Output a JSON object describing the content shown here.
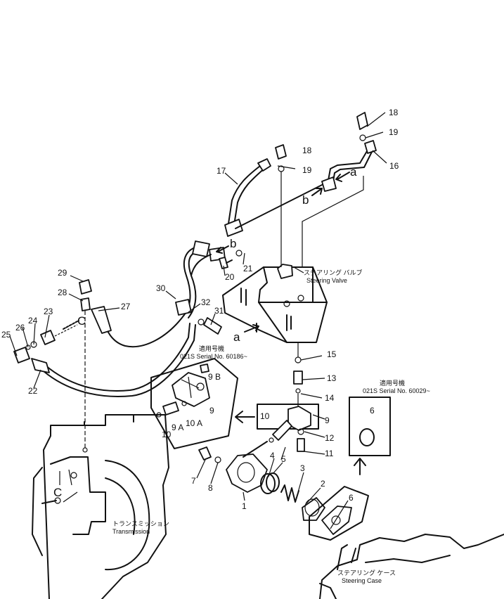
{
  "callouts": {
    "p1": "1",
    "p2": "2",
    "p3": "3",
    "p4": "4",
    "p5": "5",
    "p6a": "6",
    "p6b": "6",
    "p7": "7",
    "p8": "8",
    "p9a": "9",
    "p9b": "9",
    "p9A": "9 A",
    "p9B": "9 B",
    "p10a": "10",
    "p10b": "10",
    "p10A": "10 A",
    "p11": "11",
    "p12": "12",
    "p13": "13",
    "p14": "14",
    "p15": "15",
    "p16": "16",
    "p17": "17",
    "p18a": "18",
    "p18b": "18",
    "p19a": "19",
    "p19b": "19",
    "p20": "20",
    "p21": "21",
    "p22": "22",
    "p23": "23",
    "p24": "24",
    "p25": "25",
    "p26": "26",
    "p27": "27",
    "p28": "28",
    "p29": "29",
    "p30": "30",
    "p31": "31",
    "p32": "32"
  },
  "refs": {
    "a1": "a",
    "a2": "a",
    "b1": "b",
    "b2": "b",
    "c1": "C",
    "c2": "C"
  },
  "labels": {
    "steering_valve_jp": "ステアリング バルブ",
    "steering_valve_en": "Steering Valve",
    "transmission_jp": "トランスミッション",
    "transmission_en": "Transmission",
    "steering_case_jp": "ステアリング ケース",
    "steering_case_en": "Steering Case",
    "serial1_jp": "適用号機",
    "serial1_en": "021S Serial No. 60186~",
    "serial2_jp": "適用号機",
    "serial2_en": "021S Serial No. 60029~"
  }
}
